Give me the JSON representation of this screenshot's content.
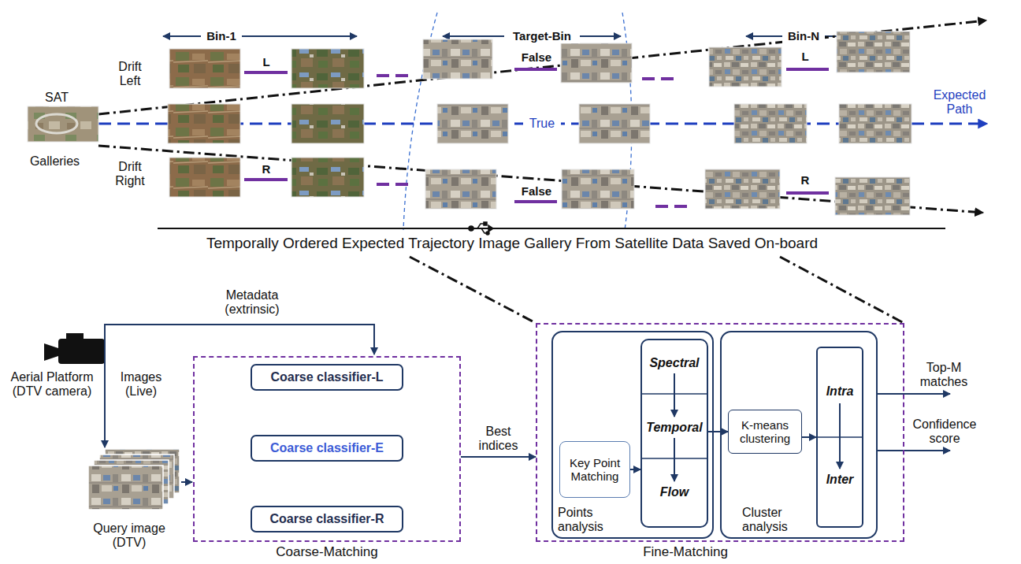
{
  "diagram": {
    "nodes": [
      {
        "text": [
          "Coarse-Matching"
        ]
      },
      {
        "text": [
          "Coarse classifier-L"
        ],
        "in": 0
      },
      {
        "text": [
          "Coarse classifier-E"
        ],
        "in": 0
      },
      {
        "text": [
          "Coarse classifier-R"
        ],
        "in": 0
      },
      {
        "text": [
          "Fine-Matching"
        ]
      },
      {
        "text": [
          "Points analysis"
        ],
        "in": 4
      },
      {
        "text": [
          "Key Point Matching"
        ],
        "in": 5
      },
      {
        "text": [
          "Spectral",
          "Temporal",
          "Flow"
        ],
        "in": 5
      },
      {
        "text": [
          "Cluster analysis"
        ],
        "in": 4
      },
      {
        "text": [
          "K-means clustering"
        ],
        "in": 8
      },
      {
        "text": [
          "Intra",
          "Inter"
        ],
        "in": 8
      }
    ],
    "edges": [
      {
        "from": 0,
        "to": 4,
        "arrow": "to",
        "label": "Best indices"
      },
      {
        "from": 6,
        "to": 7,
        "arrow": "to"
      },
      {
        "from": 7,
        "to": 9,
        "arrow": "to"
      },
      {
        "from": 9,
        "to": 10,
        "arrow": "to"
      }
    ],
    "labels": [
      "Bin-1",
      "Target-Bin",
      "Bin-N",
      "Drift Left",
      "L",
      "False",
      "L",
      "SAT",
      "True",
      "Expected Path",
      "Galleries",
      "Drift Right",
      "R",
      "False",
      "R",
      "Temporally Ordered Expected Trajectory Image Gallery From Satellite Data Saved On-board",
      "Metadata (extrinsic)",
      "Aerial Platform (DTV camera)",
      "Images (Live)",
      "Query image (DTV)",
      "Top-M matches",
      "Confidence score"
    ]
  }
}
